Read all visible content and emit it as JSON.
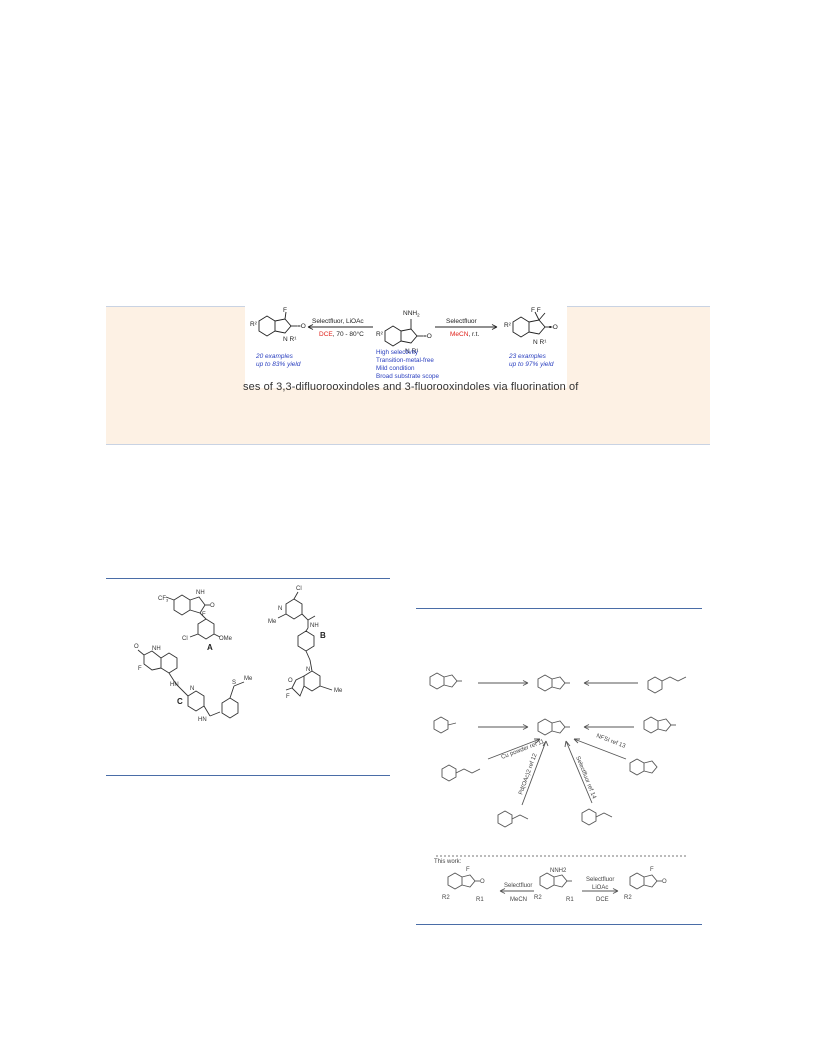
{
  "toc": {
    "left_reagent": "Selectfluor, LiOAc",
    "left_solvent": "DCE",
    "left_conditions": ", 70 - 80°C",
    "right_reagent": "Selectfluor",
    "right_solvent": "MeCN",
    "right_conditions": ", r.t.",
    "left_yield_examples": "20 examples",
    "left_yield_value": "up to 83% yield",
    "right_yield_examples": "23 examples",
    "right_yield_value": "up to 97% yield",
    "features": [
      "High selectivity",
      "Transition-metal-free",
      "Mild condition",
      "Broad substrate scope"
    ],
    "hydrazone_label": "NNH",
    "hydrazone_sub": "2",
    "caption": "ses of 3,3-difluorooxindoles and 3-fluorooxindoles via fluorination of",
    "highlight_color": "#e0221b",
    "yield_color": "#2a3fbf"
  },
  "figure1": {
    "label_a": "A",
    "label_b": "B",
    "label_c": "C",
    "atoms": {
      "cf3": "F",
      "cf3_sub": "3",
      "cf3_prefix": "C",
      "f": "F",
      "o": "O",
      "nh": "NH",
      "n": "N",
      "cl": "Cl",
      "ome": "OMe",
      "me": "Me",
      "hn": "HN",
      "s": "S",
      "so2me": "Me"
    }
  },
  "scheme": {
    "refs": {
      "cu": "Cu powder ref 11",
      "nfsi": "NFSI ref 13",
      "pd": "Pd(OAc)2 ref 12",
      "se": "Selectfluor ref 14"
    },
    "this_work_label": "This work:",
    "left_reagent": "Selectfluor",
    "left_solvent": "MeCN",
    "right_reagent": "Selectfluor",
    "right_additive": "LiOAc",
    "right_solvent": "DCE",
    "nnh2": "NNH2",
    "r1": "R1",
    "r2": "R2",
    "f": "F",
    "o": "O"
  }
}
